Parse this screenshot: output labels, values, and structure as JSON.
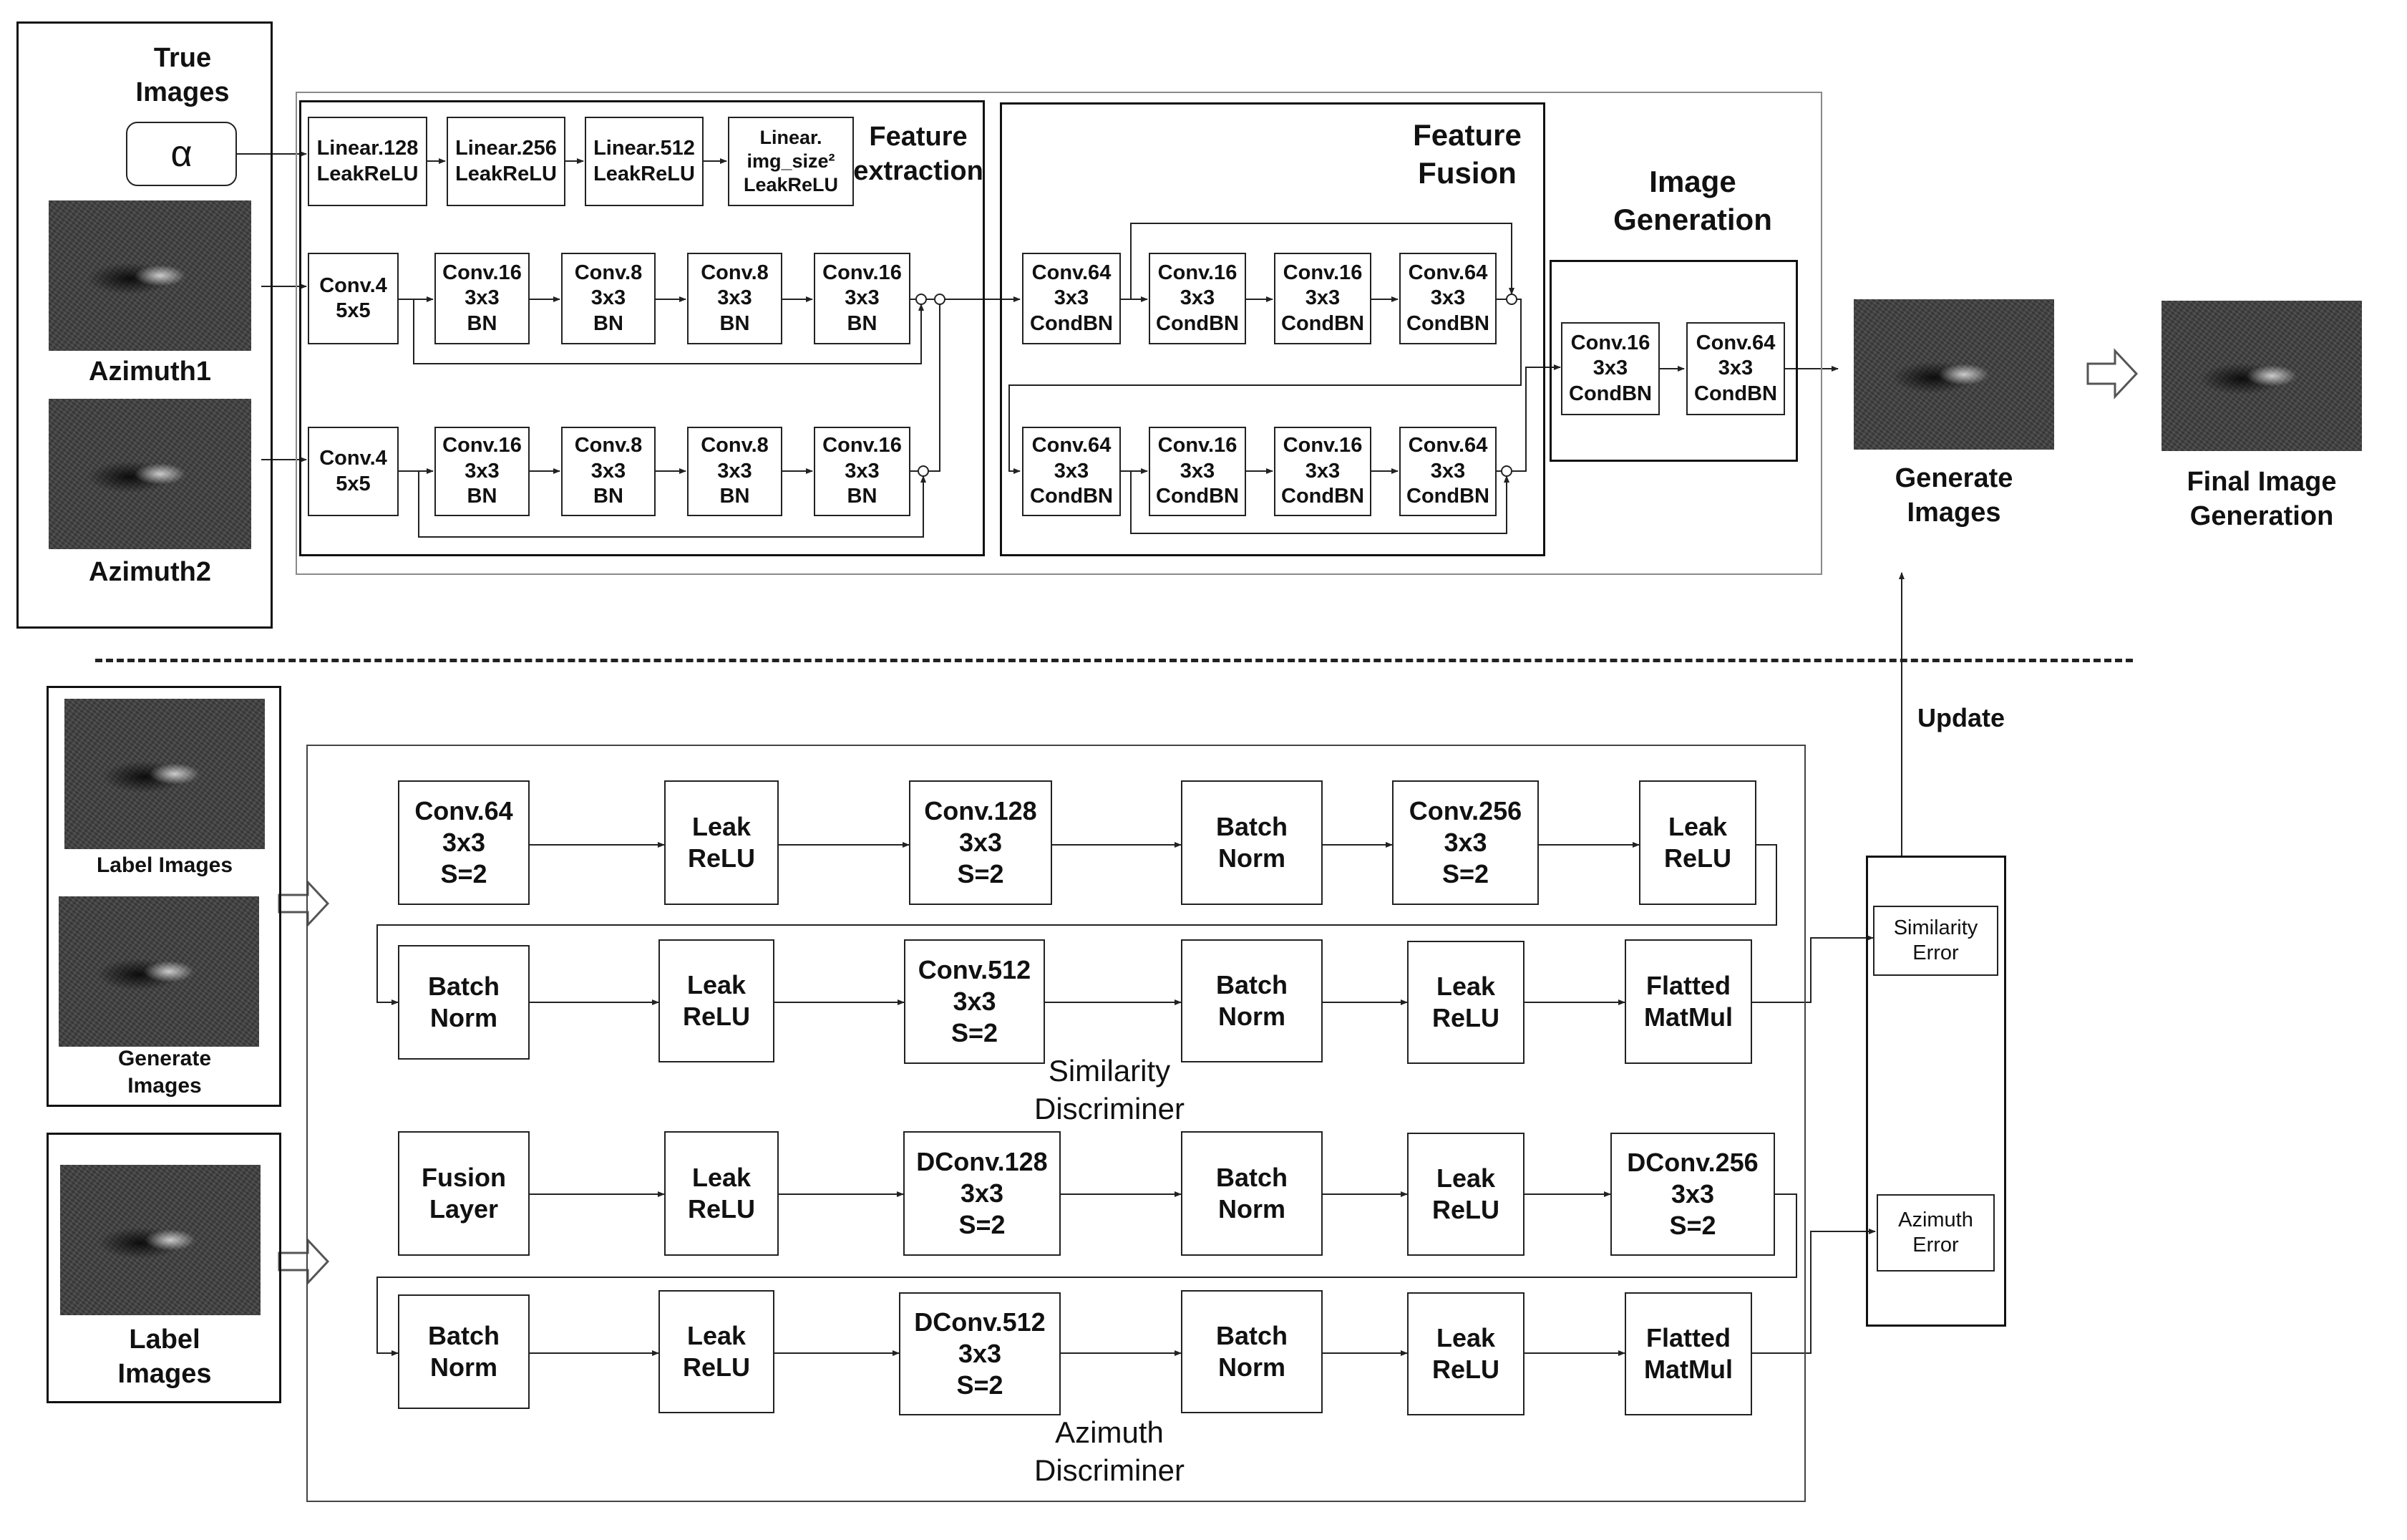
{
  "top": {
    "true_images": "True\nImages",
    "alpha": "α",
    "azimuth1": "Azimuth1",
    "azimuth2": "Azimuth2",
    "feature_extraction": "Feature\nextraction",
    "feature_fusion": "Feature\nFusion",
    "image_generation": "Image\nGeneration",
    "linear_blocks": [
      "Linear.128\nLeakReLU",
      "Linear.256\nLeakReLU",
      "Linear.512\nLeakReLU",
      "Linear.\nimg_size²\nLeakReLU"
    ],
    "conv_row1": [
      "Conv.4\n5x5",
      "Conv.16\n3x3\nBN",
      "Conv.8\n3x3\nBN",
      "Conv.8\n3x3\nBN",
      "Conv.16\n3x3\nBN"
    ],
    "conv_row2": [
      "Conv.4\n5x5",
      "Conv.16\n3x3\nBN",
      "Conv.8\n3x3\nBN",
      "Conv.8\n3x3\nBN",
      "Conv.16\n3x3\nBN"
    ],
    "fusion_row1": [
      "Conv.64\n3x3\nCondBN",
      "Conv.16\n3x3\nCondBN",
      "Conv.16\n3x3\nCondBN",
      "Conv.64\n3x3\nCondBN"
    ],
    "fusion_row2": [
      "Conv.64\n3x3\nCondBN",
      "Conv.16\n3x3\nCondBN",
      "Conv.16\n3x3\nCondBN",
      "Conv.64\n3x3\nCondBN"
    ],
    "gen_blocks": [
      "Conv.16\n3x3\nCondBN",
      "Conv.64\n3x3\nCondBN"
    ],
    "generate_images": "Generate\nImages",
    "final_image_generation": "Final Image\nGeneration"
  },
  "bottom": {
    "label_images_small": "Label Images",
    "generate_images": "Generate\nImages",
    "label_images": "Label\nImages",
    "update": "Update",
    "similarity_row1": [
      "Conv.64\n3x3\nS=2",
      "Leak\nReLU",
      "Conv.128\n3x3\nS=2",
      "Batch\nNorm",
      "Conv.256\n3x3\nS=2",
      "Leak\nReLU"
    ],
    "similarity_row2": [
      "Batch\nNorm",
      "Leak\nReLU",
      "Conv.512\n3x3\nS=2",
      "Batch\nNorm",
      "Leak\nReLU",
      "Flatted\nMatMul"
    ],
    "similarity_discriminer": "Similarity\nDiscriminer",
    "azimuth_row1": [
      "Fusion\nLayer",
      "Leak\nReLU",
      "DConv.128\n3x3\nS=2",
      "Batch\nNorm",
      "Leak\nReLU",
      "DConv.256\n3x3\nS=2"
    ],
    "azimuth_row2": [
      "Batch\nNorm",
      "Leak\nReLU",
      "DConv.512\n3x3\nS=2",
      "Batch\nNorm",
      "Leak\nReLU",
      "Flatted\nMatMul"
    ],
    "azimuth_discriminer": "Azimuth\nDiscriminer",
    "similarity_error": "Similarity\nError",
    "azimuth_error": "Azimuth\nError"
  }
}
